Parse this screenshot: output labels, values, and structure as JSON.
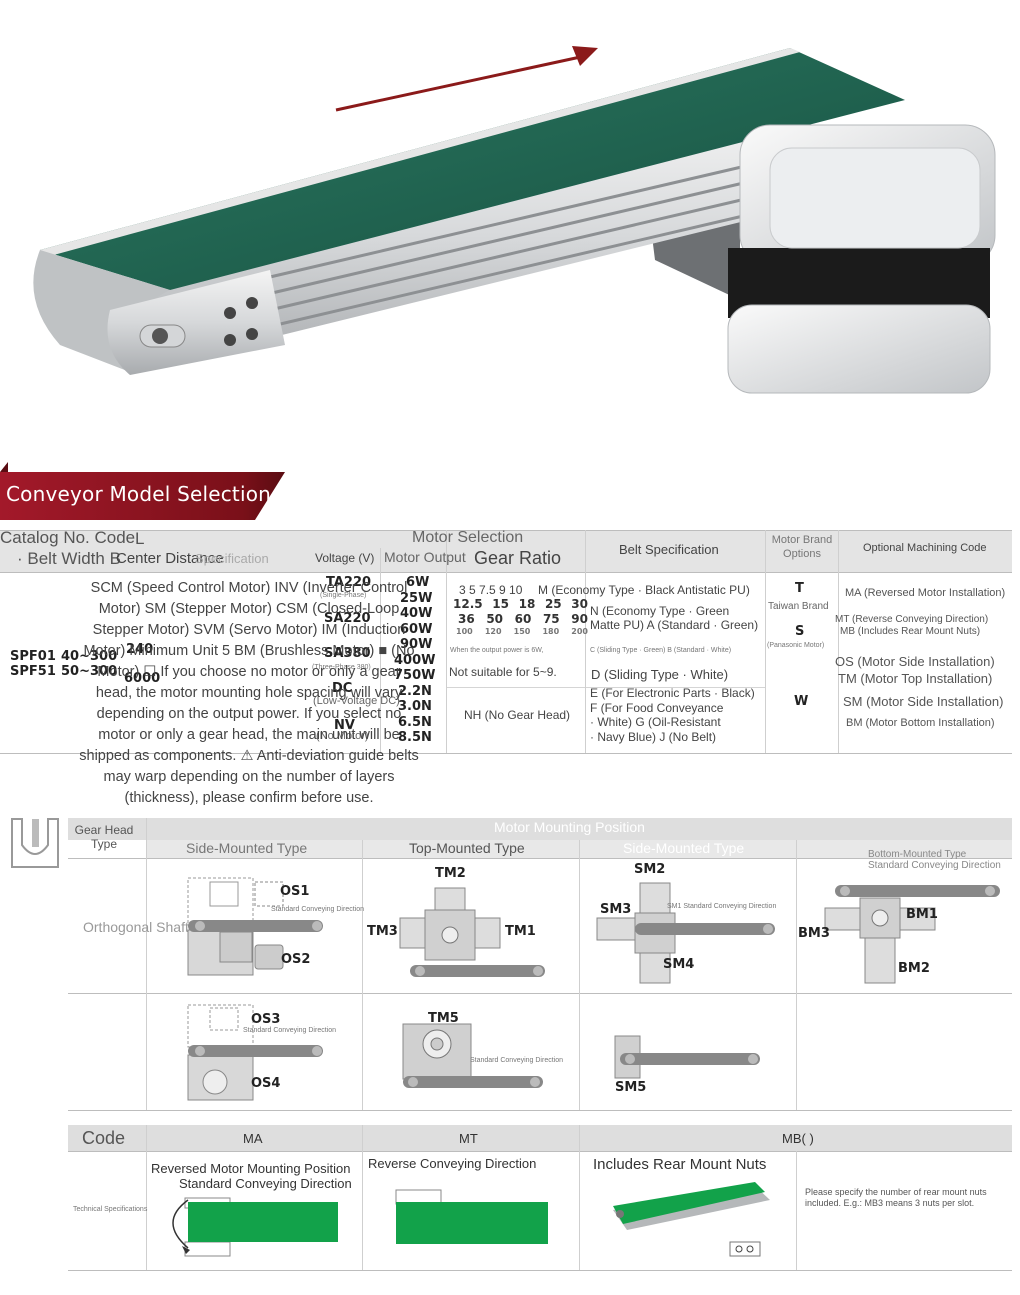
{
  "banner": {
    "title": "Conveyor Model Selection"
  },
  "model_table": {
    "headers": {
      "catalog_no": "Catalog No. Code",
      "belt_width": "· Belt Width B",
      "l": "L",
      "center_distance": "Center Distance",
      "specification": "Specification",
      "motor_selection": "Motor Selection",
      "voltage": "Voltage (V)",
      "motor_output": "Motor Output",
      "gear_ratio": "Gear Ratio",
      "belt_spec": "Belt Specification",
      "motor_brand": "Motor Brand Options",
      "optional_code": "Optional Machining Code"
    },
    "models": [
      "SPF01",
      "SPF51"
    ],
    "widths": [
      "40~300",
      "50~300"
    ],
    "lengths": [
      "240",
      "6000"
    ],
    "voltages": [
      "TA220",
      "(Single-Phase)",
      "SA220",
      "(Three-Phase 380)",
      "SA380",
      "DC",
      "(Low-Voltage DC)",
      "NV",
      "(No Motor)"
    ],
    "outputs": [
      "6W",
      "25W",
      "40W",
      "60W",
      "90W",
      "400W",
      "750W",
      "2.2N",
      "3.0N",
      "6.5N",
      "8.5N"
    ],
    "gear_ratios": {
      "line1": "3 5 7.5 9 10",
      "row2": [
        "12.5",
        "15",
        "18",
        "25",
        "30"
      ],
      "row3": [
        "36",
        "50",
        "60",
        "75",
        "90"
      ],
      "row4": [
        "100",
        "120",
        "150",
        "180",
        "200"
      ],
      "note": "When the output power is 6W,",
      "not_suitable": "Not suitable for 5~9.",
      "nh": "NH (No Gear Head)"
    },
    "belt_spec": {
      "m": "M (Economy Type · Black Antistatic PU)",
      "n": "N (Economy Type · Green",
      "n2": "Matte PU) A (Standard · Green)",
      "c_note": "C (Sliding Type · Green) B (Standard · White)",
      "d": "D (Sliding Type · White)",
      "e": "E (For Electronic Parts · Black)",
      "f": "F (For Food Conveyance",
      "f2": "· White) G (Oil-Resistant",
      "f3": "· Navy Blue) J (No Belt)"
    },
    "brands": {
      "t": "T",
      "t_label": "Taiwan Brand",
      "s": "S",
      "s_label": "(Panasonic Motor)",
      "w": "W"
    },
    "optional_codes": [
      "MA (Reversed Motor Installation)",
      "MT (Reverse Conveying Direction)",
      "MB (Includes Rear Mount Nuts)",
      "OS (Motor Side Installation)",
      "TM (Motor Top Installation)",
      "SM (Motor Side Installation)",
      "BM (Motor Bottom Installation)"
    ],
    "overlay_text": "SCM (Speed Control Motor) INV (Inverter Control Motor) SM (Stepper Motor) CSM (Closed-Loop Stepper Motor) SVM (Servo Motor) IM (Induction Motor) Minimum Unit 5 BM (Brushless Motor) ■ (No Motor) ☐ If you choose no motor or only a gear head, the motor mounting hole spacing will vary depending on the output power. If you select no motor or only a gear head, the main unit will be shipped as components. ⚠ Anti-deviation guide belts may warp depending on the number of layers (thickness), please confirm before use."
  },
  "mounting_table": {
    "gear_head_type": "Gear Head Type",
    "title": "Motor Mounting Position",
    "columns": [
      "Side-Mounted Type",
      "Top-Mounted Type",
      "Side-Mounted Type",
      "Bottom-Mounted Type"
    ],
    "row_label": "Orthogonal Shaft",
    "conveying_direction": "Standard Conveying Direction",
    "sm1_label": "SM1 Standard Conveying Direction",
    "positions": {
      "os1": "OS1",
      "os2": "OS2",
      "os3": "OS3",
      "os4": "OS4",
      "tm1": "TM1",
      "tm2": "TM2",
      "tm3": "TM3",
      "tm5": "TM5",
      "sm2": "SM2",
      "sm3": "SM3",
      "sm4": "SM4",
      "sm5": "SM5",
      "bm1": "BM1",
      "bm2": "BM2",
      "bm3": "BM3"
    }
  },
  "code_table": {
    "code": "Code",
    "ma": "MA",
    "mt": "MT",
    "mb": "MB( )",
    "tech_spec": "Technical Specifications",
    "ma_desc1": "Reversed Motor Mounting Position",
    "ma_desc2": "Standard Conveying Direction",
    "mt_desc": "Reverse Conveying Direction",
    "mb_desc": "Includes Rear Mount Nuts",
    "mb_note": "Please specify the number of rear mount nuts included. E.g.: MB3 means 3 nuts per slot."
  },
  "colors": {
    "belt_green": "#1e6b57",
    "banner_red": "#8a1420",
    "code_green": "#12a24a",
    "arrow_red": "#8b1a1a"
  }
}
